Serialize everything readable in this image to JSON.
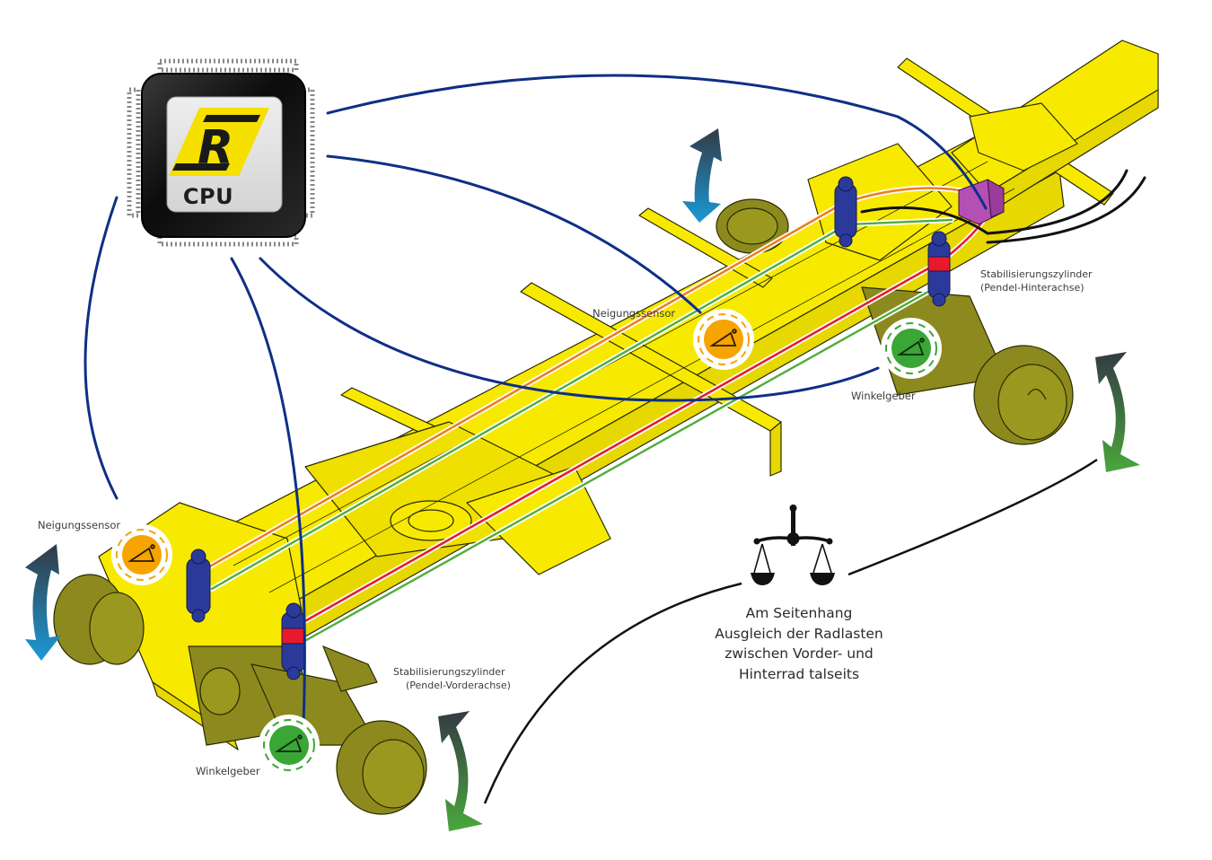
{
  "cpu": {
    "logo_letter": "R",
    "label": "CPU",
    "logo_icon": "r-logo-icon",
    "colors": {
      "logo_yellow": "#f5e000",
      "chip_body": "#111111",
      "chip_face": "#dcdcdc"
    }
  },
  "labels": {
    "tilt_sensor_rear": "Neigungssensor",
    "tilt_sensor_front": "Neigungssensor",
    "angle_sensor_rear": "Winkelgeber",
    "angle_sensor_front": "Winkelgeber",
    "stab_cyl_rear_line1": "Stabilisierungszylinder",
    "stab_cyl_rear_line2": "(Pendel-Hinterachse)",
    "stab_cyl_front_line1": "Stabilisierungszylinder",
    "stab_cyl_front_line2": "(Pendel-Vorderachse)"
  },
  "caption": {
    "lines": [
      "Am Seitenhang",
      "Ausgleich der Radlasten",
      "zwischen Vorder- und",
      "Hinterrad talseits"
    ],
    "icon": "balance-scale-icon"
  },
  "sensors": [
    {
      "type": "tilt-sensor",
      "icon": "angle-icon",
      "color": "#f5a400"
    },
    {
      "type": "tilt-sensor",
      "icon": "angle-icon",
      "color": "#f5a400"
    },
    {
      "type": "angle-encoder",
      "icon": "angle-icon",
      "color": "#3aa635"
    },
    {
      "type": "angle-encoder",
      "icon": "angle-icon",
      "color": "#3aa635"
    }
  ],
  "colors": {
    "frame_yellow": "#f7ea00",
    "axle_olive": "#8c8a1e",
    "cylinder_blue": "#2b3a9a",
    "cylinder_band_red": "#e8192c",
    "valve_purple": "#b44fb4",
    "signal_line_blue": "#0e2f86",
    "hyd_orange": "#f07d22",
    "hyd_green": "#4fae3a",
    "hyd_red": "#e3202a",
    "arrow_blue": "#1a9ad6",
    "arrow_green": "#4aa83c",
    "arrow_dark": "#333a44"
  }
}
